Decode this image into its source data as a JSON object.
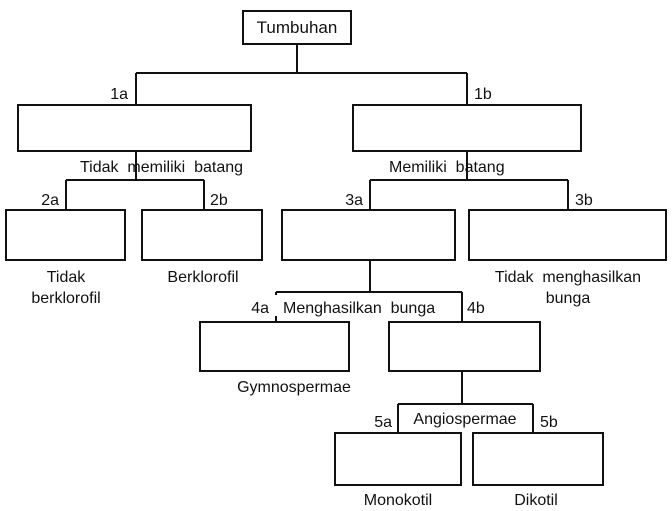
{
  "root": {
    "label": "Tumbuhan"
  },
  "codes": {
    "c1a": "1a",
    "c1b": "1b",
    "c2a": "2a",
    "c2b": "2b",
    "c3a": "3a",
    "c3b": "3b",
    "c4a": "4a",
    "c4b": "4b",
    "c5a": "5a",
    "c5b": "5b"
  },
  "labels": {
    "tidak_memiliki_batang": "Tidak  memiliki  batang",
    "memiliki_batang": "Memiliki  batang",
    "tidak": "Tidak",
    "berklorofil_2a": "berklorofil",
    "berklorofil_2b": "Berklorofil",
    "tidak_menghasilkan_l1": "Tidak  menghasilkan",
    "tidak_menghasilkan_l2": "bunga",
    "menghasilkan_bunga": "Menghasilkan  bunga",
    "gymnospermae": "Gymnospermae",
    "angiospermae": "Angiospermae",
    "monokotil": "Monokotil",
    "dikotil": "Dikotil"
  }
}
